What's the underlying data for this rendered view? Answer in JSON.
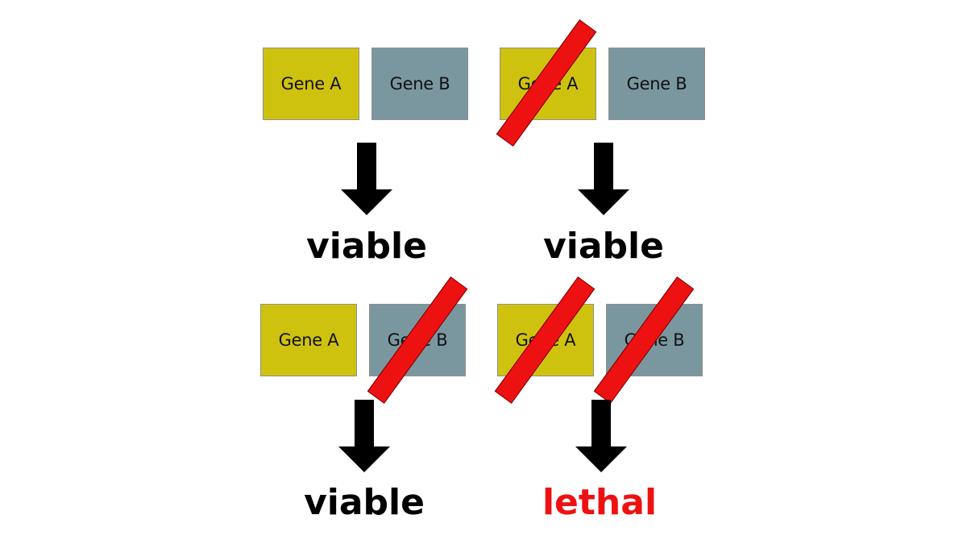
{
  "genes": {
    "a_label": "Gene A",
    "b_label": "Gene B"
  },
  "outcomes": {
    "top_left": "viable",
    "top_right": "viable",
    "bottom_left": "viable",
    "bottom_right": "lethal"
  },
  "colors": {
    "gene_a": "#cfc20f",
    "gene_b": "#7a97a0",
    "knockout_slash": "#ee1111",
    "lethal_text": "#ee1111",
    "viable_text": "#000000",
    "arrow": "#000000"
  }
}
